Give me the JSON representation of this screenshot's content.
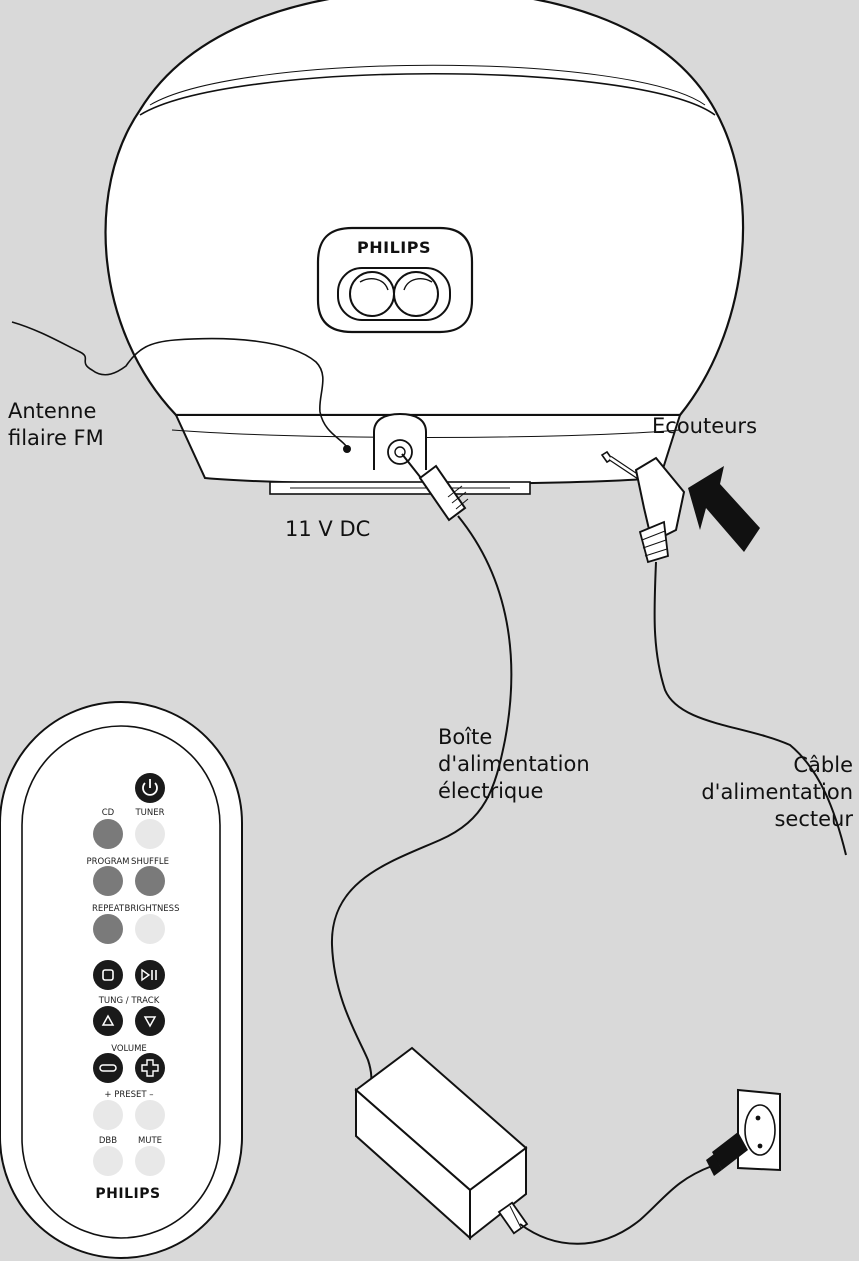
{
  "labels": {
    "antenna": [
      "Antenne",
      "filaire FM"
    ],
    "headphones": "Ecouteurs",
    "dc_input": "11 V DC",
    "power_box": [
      "Boîte",
      "d'alimentation",
      "électrique"
    ],
    "mains_cable": [
      "Câble",
      "d'alimentation",
      "secteur"
    ]
  },
  "brand": {
    "speaker_logo": "PHILIPS",
    "remote_logo": "PHILIPS"
  },
  "remote": {
    "power_icon": "power-icon",
    "row1": [
      "CD",
      "TUNER"
    ],
    "row2": [
      "PROGRAM",
      "SHUFFLE"
    ],
    "row3": [
      "REPEAT",
      "BRIGHTNESS"
    ],
    "stop_icon": "stop-icon",
    "play_pause_icon": "play-pause-icon",
    "tuning_label": "TUNG / TRACK",
    "up_icon": "up-icon",
    "down_icon": "down-icon",
    "volume_label": "VOLUME",
    "minus_icon": "minus-icon",
    "plus_icon": "plus-icon",
    "preset_label": "+ PRESET –",
    "row_bottom": [
      "DBB",
      "MUTE"
    ]
  },
  "colors": {
    "background": "#d9d9d9",
    "device": "#ffffff",
    "outline": "#111111",
    "button_dark": "#7a7a7a",
    "button_light": "#e8e8e8",
    "button_black": "#1a1a1a"
  }
}
